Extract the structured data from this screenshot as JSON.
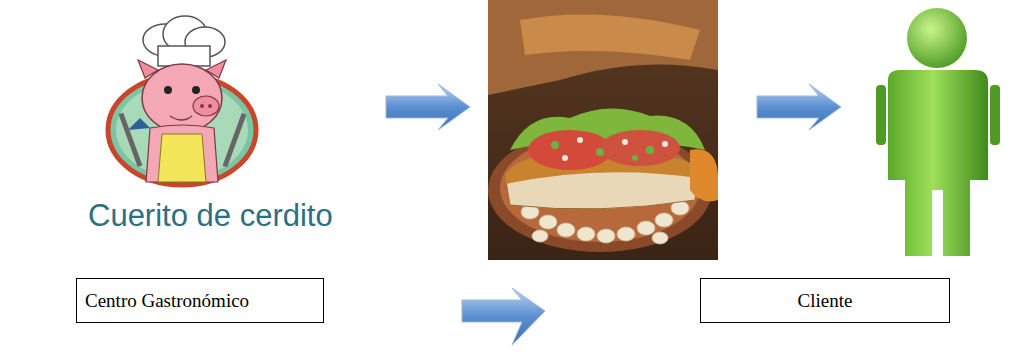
{
  "diagram": {
    "nodes": [
      {
        "text": [
          "Centro Gastronómico"
        ]
      },
      {
        "text": [
          "Cliente"
        ]
      }
    ],
    "labels": [
      "Cuerito de cerdito"
    ]
  }
}
